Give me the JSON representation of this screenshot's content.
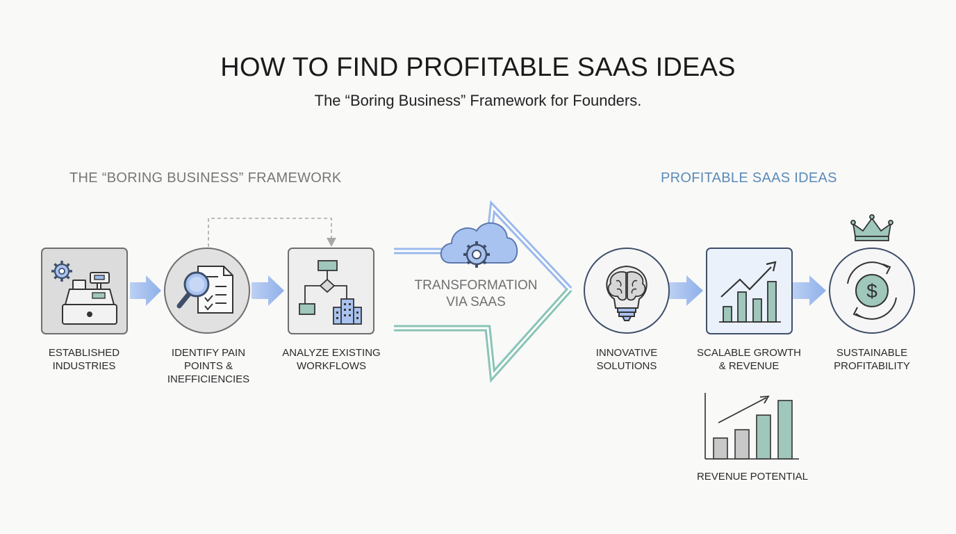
{
  "header": {
    "title": "HOW TO FIND PROFITABLE SAAS IDEAS",
    "subtitle": "The “Boring Business” Framework for Founders."
  },
  "sections": {
    "left": "THE “BORING BUSINESS” FRAMEWORK",
    "right": "PROFITABLE SAAS IDEAS"
  },
  "transformation": {
    "line1": "TRANSFORMATION",
    "line2": "VIA SAAS"
  },
  "steps": [
    {
      "id": "established",
      "lines": [
        "ESTABLISHED",
        "INDUSTRIES"
      ],
      "icon": "cash-register-gear-icon"
    },
    {
      "id": "pain",
      "lines": [
        "IDENTIFY PAIN",
        "POINTS &",
        "INEFFICIENCIES"
      ],
      "icon": "magnifier-document-icon"
    },
    {
      "id": "workflows",
      "lines": [
        "ANALYZE EXISTING",
        "WORKFLOWS"
      ],
      "icon": "flowchart-building-icon"
    },
    {
      "id": "innovative",
      "lines": [
        "INNOVATIVE",
        "SOLUTIONS"
      ],
      "icon": "brain-lightbulb-icon"
    },
    {
      "id": "growth",
      "lines": [
        "SCALABLE GROWTH",
        "& REVENUE"
      ],
      "icon": "growth-chart-icon"
    },
    {
      "id": "profit",
      "lines": [
        "SUSTAINABLE",
        "PROFITABILITY"
      ],
      "icon": "dollar-cycle-crown-icon"
    }
  ],
  "revenue": {
    "label": "REVENUE POTENTIAL",
    "bars": [
      1,
      1.4,
      2.1,
      2.8
    ]
  },
  "colors": {
    "blue": "#8fb0ea",
    "teal": "#86c3b5",
    "gray_box": "#dcdcdc",
    "section_right": "#5b8ab8"
  }
}
